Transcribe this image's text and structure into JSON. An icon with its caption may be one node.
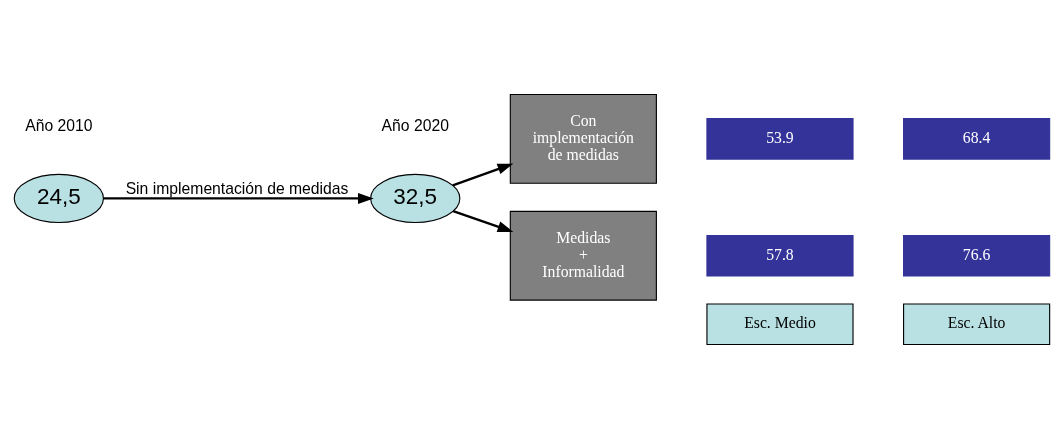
{
  "diagram": {
    "nodes": [
      {
        "text": [
          "24,5"
        ]
      },
      {
        "text": [
          "32,5"
        ]
      },
      {
        "text": [
          "Con implementación de medidas"
        ]
      },
      {
        "text": [
          "Medidas + Informalidad"
        ]
      },
      {
        "text": [
          "Esc. Medio"
        ]
      },
      {
        "text": [
          "Esc. Alto"
        ]
      },
      {
        "text": [
          "53.9"
        ]
      },
      {
        "text": [
          "68.4"
        ]
      },
      {
        "text": [
          "57.8"
        ]
      },
      {
        "text": [
          "76.6"
        ]
      }
    ],
    "edges": [
      {
        "from": 0,
        "to": 1,
        "arrow": "to",
        "label": "Sin implementación de medidas"
      },
      {
        "from": 1,
        "to": 2,
        "arrow": "to"
      },
      {
        "from": 1,
        "to": 3,
        "arrow": "to"
      }
    ],
    "labels": [
      "Año 2010",
      "Año 2020"
    ]
  }
}
